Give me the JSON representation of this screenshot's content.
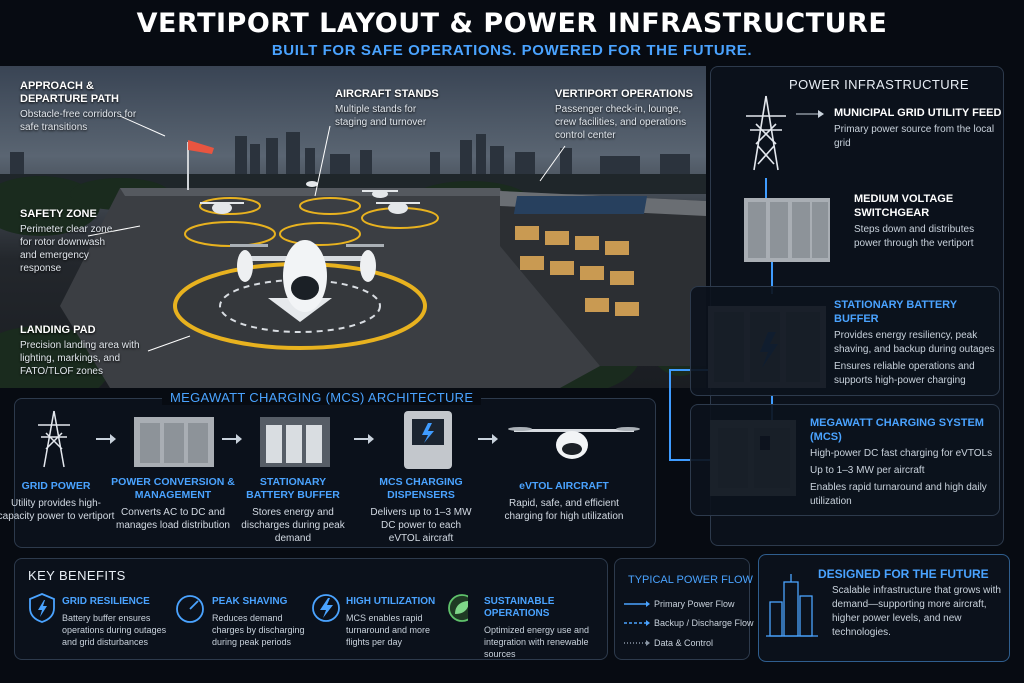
{
  "header": {
    "title": "VERTIPORT LAYOUT & POWER INFRASTRUCTURE",
    "subtitle": "BUILT FOR SAFE OPERATIONS. POWERED FOR THE FUTURE."
  },
  "callouts": {
    "approach": {
      "heading": "APPROACH & DEPARTURE PATH",
      "text": "Obstacle-free corridors for safe transitions"
    },
    "stands": {
      "heading": "AIRCRAFT STANDS",
      "text": "Multiple stands for staging and turnover"
    },
    "operations": {
      "heading": "VERTIPORT OPERATIONS",
      "text": "Passenger check-in, lounge, crew facilities, and operations control center"
    },
    "safety": {
      "heading": "SAFETY ZONE",
      "text": "Perimeter clear zone for rotor downwash and emergency response"
    },
    "landing": {
      "heading": "LANDING PAD",
      "text": "Precision landing area with lighting, markings, and FATO/TLOF zones"
    }
  },
  "power_infrastructure": {
    "title": "POWER INFRASTRUCTURE",
    "items": [
      {
        "heading": "MUNICIPAL GRID UTILITY FEED",
        "text": "Primary power source from the local grid"
      },
      {
        "heading": "MEDIUM VOLTAGE SWITCHGEAR",
        "text": "Steps down and distributes power through the vertiport"
      },
      {
        "heading": "STATIONARY BATTERY BUFFER",
        "text": "Provides energy resiliency, peak shaving, and backup during outages",
        "text2": "Ensures reliable operations and supports high-power charging"
      },
      {
        "heading": "MEGAWATT CHARGING SYSTEM (MCS)",
        "text": "High-power DC fast charging for eVTOLs",
        "text2": "Up to 1–3 MW per aircraft",
        "text3": "Enables rapid turnaround and high daily utilization"
      }
    ]
  },
  "mcs": {
    "title": "MEGAWATT CHARGING (MCS) ARCHITECTURE",
    "steps": [
      {
        "heading": "GRID POWER",
        "text": "Utility provides high-capacity power to vertiport"
      },
      {
        "heading": "POWER CONVERSION & MANAGEMENT",
        "text": "Converts AC to DC and manages load distribution"
      },
      {
        "heading": "STATIONARY BATTERY BUFFER",
        "text": "Stores energy and discharges during peak demand"
      },
      {
        "heading": "MCS CHARGING DISPENSERS",
        "text": "Delivers up to 1–3 MW DC power to each eVTOL aircraft"
      },
      {
        "heading": "eVTOL AIRCRAFT",
        "text": "Rapid, safe, and efficient charging for high utilization"
      }
    ]
  },
  "benefits": {
    "title": "KEY BENEFITS",
    "items": [
      {
        "heading": "GRID RESILIENCE",
        "text": "Battery buffer ensures operations during outages and grid disturbances",
        "icon": "shield-bolt-icon"
      },
      {
        "heading": "PEAK SHAVING",
        "text": "Reduces demand charges by discharging during peak periods",
        "icon": "gauge-icon"
      },
      {
        "heading": "HIGH UTILIZATION",
        "text": "MCS enables rapid turnaround and more flights per day",
        "icon": "bolt-circle-icon"
      },
      {
        "heading": "SUSTAINABLE OPERATIONS",
        "text": "Optimized energy use and integration with renewable sources",
        "icon": "leaf-icon"
      }
    ]
  },
  "flow": {
    "title": "TYPICAL POWER FLOW",
    "items": [
      "Primary Power Flow",
      "Backup / Discharge Flow",
      "Data & Control"
    ]
  },
  "future": {
    "heading": "DESIGNED FOR THE FUTURE",
    "text": "Scalable infrastructure that grows with demand—supporting more aircraft, higher power levels, and new technologies."
  },
  "colors": {
    "accent": "#4aa3ff",
    "background": "#070b12",
    "pad_yellow": "#e8b21f"
  }
}
